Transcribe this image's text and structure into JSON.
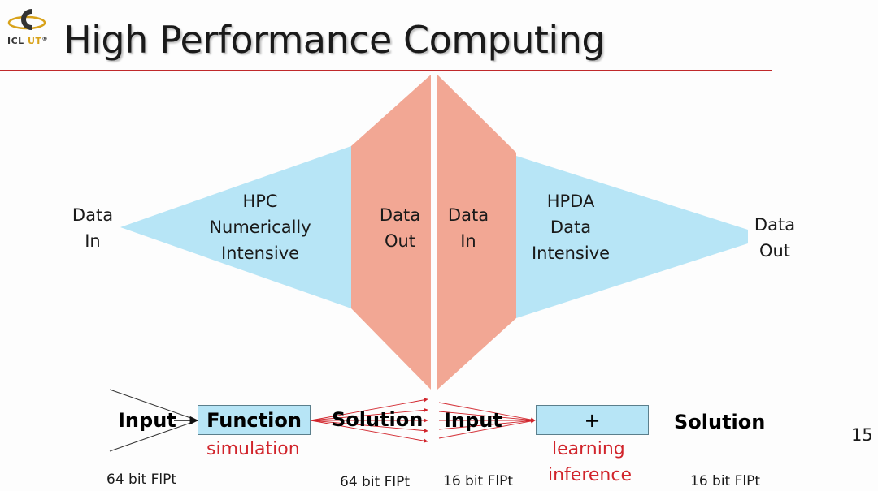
{
  "header": {
    "title": "High Performance Computing",
    "logo_text_a": "ICL",
    "logo_text_b": "UT",
    "logo_text_c": "®"
  },
  "left_cone": {
    "data_in": [
      "Data",
      "In"
    ],
    "label": [
      "HPC",
      "Numerically",
      "Intensive"
    ],
    "data_out": [
      "Data",
      "Out"
    ]
  },
  "right_cone": {
    "data_in": [
      "Data",
      "In"
    ],
    "label": [
      "HPDA",
      "Data",
      "Intensive"
    ],
    "data_out": [
      "Data",
      "Out"
    ]
  },
  "flow": {
    "input_left": "Input",
    "function_box": "Function",
    "simulation": "simulation",
    "solution_left": "Solution",
    "input_right": "Input",
    "plus_box": "+",
    "learning": "learning",
    "inference": "inference",
    "solution_right": "Solution"
  },
  "precision": {
    "p1": "64 bit FlPt",
    "p2": "64 bit FlPt",
    "p3": "16 bit FlPt",
    "p4": "16 bit FlPt"
  },
  "page_number": "15",
  "colors": {
    "cone_blue": "#b7e5f6",
    "cone_salmon": "#f2a794",
    "rule_red": "#c0292b",
    "arrow_red": "#d1242b"
  }
}
